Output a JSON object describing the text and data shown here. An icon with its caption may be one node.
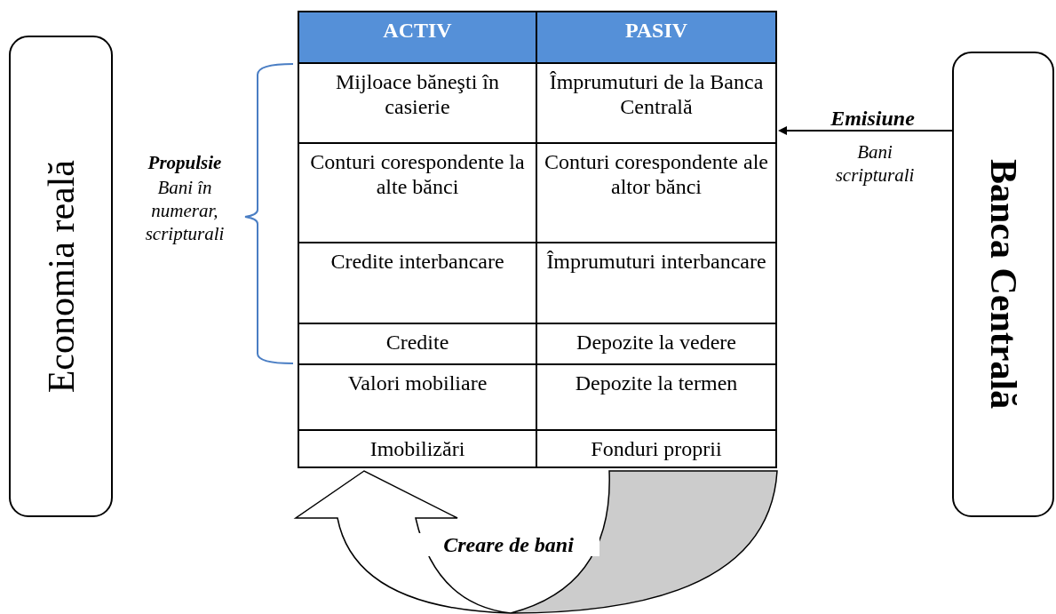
{
  "diagram": {
    "nodes": [
      {
        "text": [
          "Economia reală"
        ]
      },
      {
        "text": [
          "ACTIV",
          "Mijloace băneşti în casierie",
          "Conturi corespondente la alte bănci",
          "Credite interbancare",
          "Credite",
          "Valori mobiliare",
          "Imobilizări"
        ]
      },
      {
        "text": [
          "PASIV",
          "Împrumuturi de la Banca Centrală",
          "Conturi corespondente ale altor bănci",
          "Împrumuturi interbancare",
          "Depozite la vedere",
          "Depozite la termen",
          "Fonduri proprii"
        ]
      },
      {
        "text": [
          "Banca Centrală"
        ]
      }
    ],
    "edges": [
      {
        "from": 3,
        "to": 2,
        "arrow": "to",
        "label": "Emisiune"
      },
      {
        "from": 2,
        "to": 1,
        "arrow": "to",
        "label": "Creare de bani"
      }
    ],
    "labels": [
      "Propulsie",
      "Bani în numerar, scripturali",
      "Bani scripturali"
    ]
  }
}
